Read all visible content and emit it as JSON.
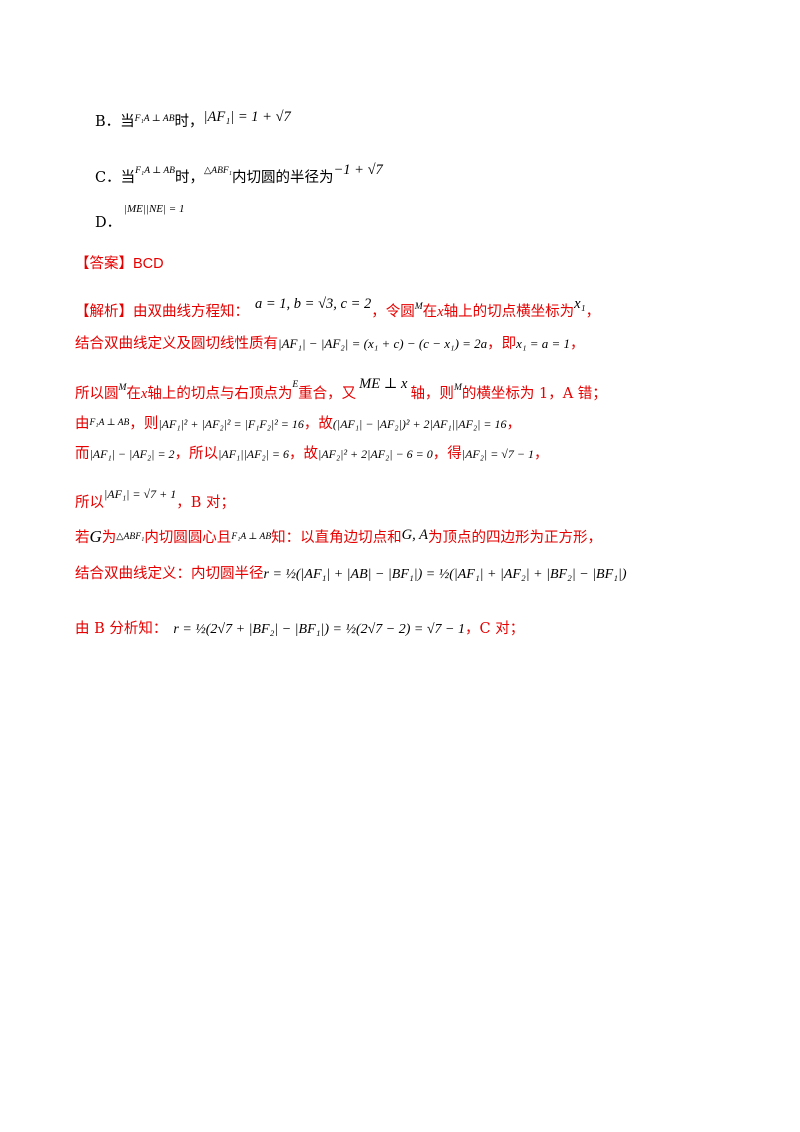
{
  "option_b": {
    "label": "B．",
    "text1": "当",
    "cond_math": "F₁A ⊥ AB",
    "text2": "时，",
    "result_math": "|AF₁| = 1 + √7"
  },
  "option_c": {
    "label": "C．",
    "text1": "当",
    "cond_math": "F₁A ⊥ AB",
    "text2": "时，",
    "tri_math": "△ABF₁",
    "text3": "内切圆的半径为",
    "result_math": "−1 + √7"
  },
  "option_d": {
    "label": "D．",
    "math": "|ME||NE| = 1"
  },
  "answer": {
    "label": "【答案】",
    "value": "BCD"
  },
  "analysis": {
    "label": "【解析】",
    "l1_t1": "由双曲线方程知：",
    "l1_m1": "a = 1, b = √3, c = 2",
    "l1_t2": "，令圆",
    "l1_m2": "M",
    "l1_t3": "在",
    "l1_m3": "x",
    "l1_t4": "轴上的切点横坐标为",
    "l1_m4": "x₁",
    "l1_t5": "，",
    "l2_t1": "结合双曲线定义及圆切线性质有",
    "l2_m1": "|AF₁| − |AF₂| = (x₁ + c) − (c − x₁) = 2a",
    "l2_t2": "，即",
    "l2_m2": "x₁ = a = 1",
    "l2_t3": "，",
    "l3_t1": "所以圆",
    "l3_m1": "M",
    "l3_t2": "在",
    "l3_m2": "x",
    "l3_t3": "轴上的切点与右顶点为",
    "l3_m3": "E",
    "l3_t4": "重合，又",
    "l3_m4": "ME ⊥ x",
    "l3_t5": "轴，则",
    "l3_m5": "M",
    "l3_t6": "的横坐标为 1，A 错；",
    "l4_t1": "由",
    "l4_m1": "F₁A ⊥ AB",
    "l4_t2": "，则",
    "l4_m2": "|AF₁|² + |AF₂|² = |F₁F₂|² = 16",
    "l4_t3": "，故",
    "l4_m3": "(|AF₁| − |AF₂|)² + 2|AF₁||AF₂| = 16",
    "l4_t4": "，",
    "l5_t1": "而",
    "l5_m1": "|AF₁| − |AF₂| = 2",
    "l5_t2": "，所以",
    "l5_m2": "|AF₁||AF₂| = 6",
    "l5_t3": "，故",
    "l5_m3": "|AF₂|² + 2|AF₂| − 6 = 0",
    "l5_t4": "，得",
    "l5_m4": "|AF₂| = √7 − 1",
    "l5_t5": "，",
    "l6_t1": "所以",
    "l6_m1": "|AF₁| = √7 + 1",
    "l6_t2": "，B 对；",
    "l7_t1": "若",
    "l7_m1": "G",
    "l7_t2": "为",
    "l7_m2": "△ABF₁",
    "l7_t3": "内切圆圆心且",
    "l7_m3": "F₁A ⊥ AB",
    "l7_t4": "知：以直角边切点和",
    "l7_m4": "G, A",
    "l7_t5": "为顶点的四边形为正方形，",
    "l8_t1": "结合双曲线定义：内切圆半径",
    "l8_m1": "r = ½(|AF₁| + |AB| − |BF₁|) = ½(|AF₁| + |AF₂| + |BF₂| − |BF₁|)",
    "l9_t1": "由 B 分析知：",
    "l9_m1": "r = ½(2√7 + |BF₂| − |BF₁|) = ½(2√7 − 2) = √7 − 1",
    "l9_t2": "，C 对；"
  }
}
